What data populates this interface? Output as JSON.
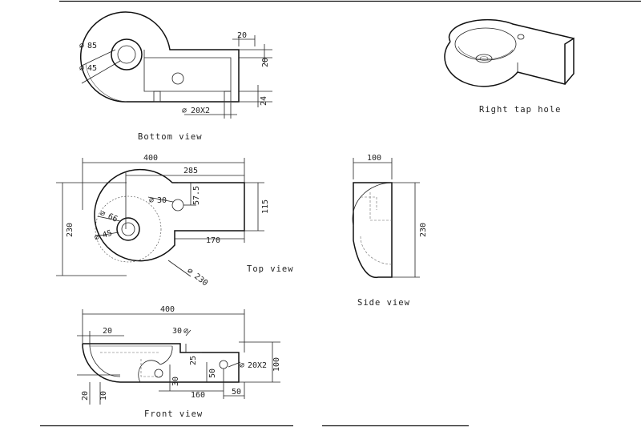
{
  "views": {
    "bottom": {
      "caption": "Bottom view",
      "dims": {
        "d85": "85",
        "d45": "45",
        "w20": "20",
        "h20": "20",
        "h24": "24",
        "foot": "20X2"
      }
    },
    "top": {
      "caption": "Top view",
      "dims": {
        "w400": "400",
        "w285": "285",
        "w170": "170",
        "h230": "230",
        "h115": "115",
        "v57": "57.5",
        "d30": "30",
        "d66": "66",
        "d45": "45",
        "r230": "230"
      }
    },
    "side": {
      "caption": "Side view",
      "dims": {
        "w100": "100",
        "h230": "230"
      }
    },
    "front": {
      "caption": "Front view",
      "dims": {
        "w400": "400",
        "w20": "20",
        "d30": "30",
        "h25": "25",
        "h50": "50",
        "h100": "100",
        "hole": "20X2",
        "v30": "30",
        "h20": "20",
        "h10": "10",
        "w160": "160",
        "w50": "50"
      }
    },
    "iso": {
      "caption": "Right tap hole"
    }
  },
  "symbols": {
    "diameter": "∅"
  }
}
